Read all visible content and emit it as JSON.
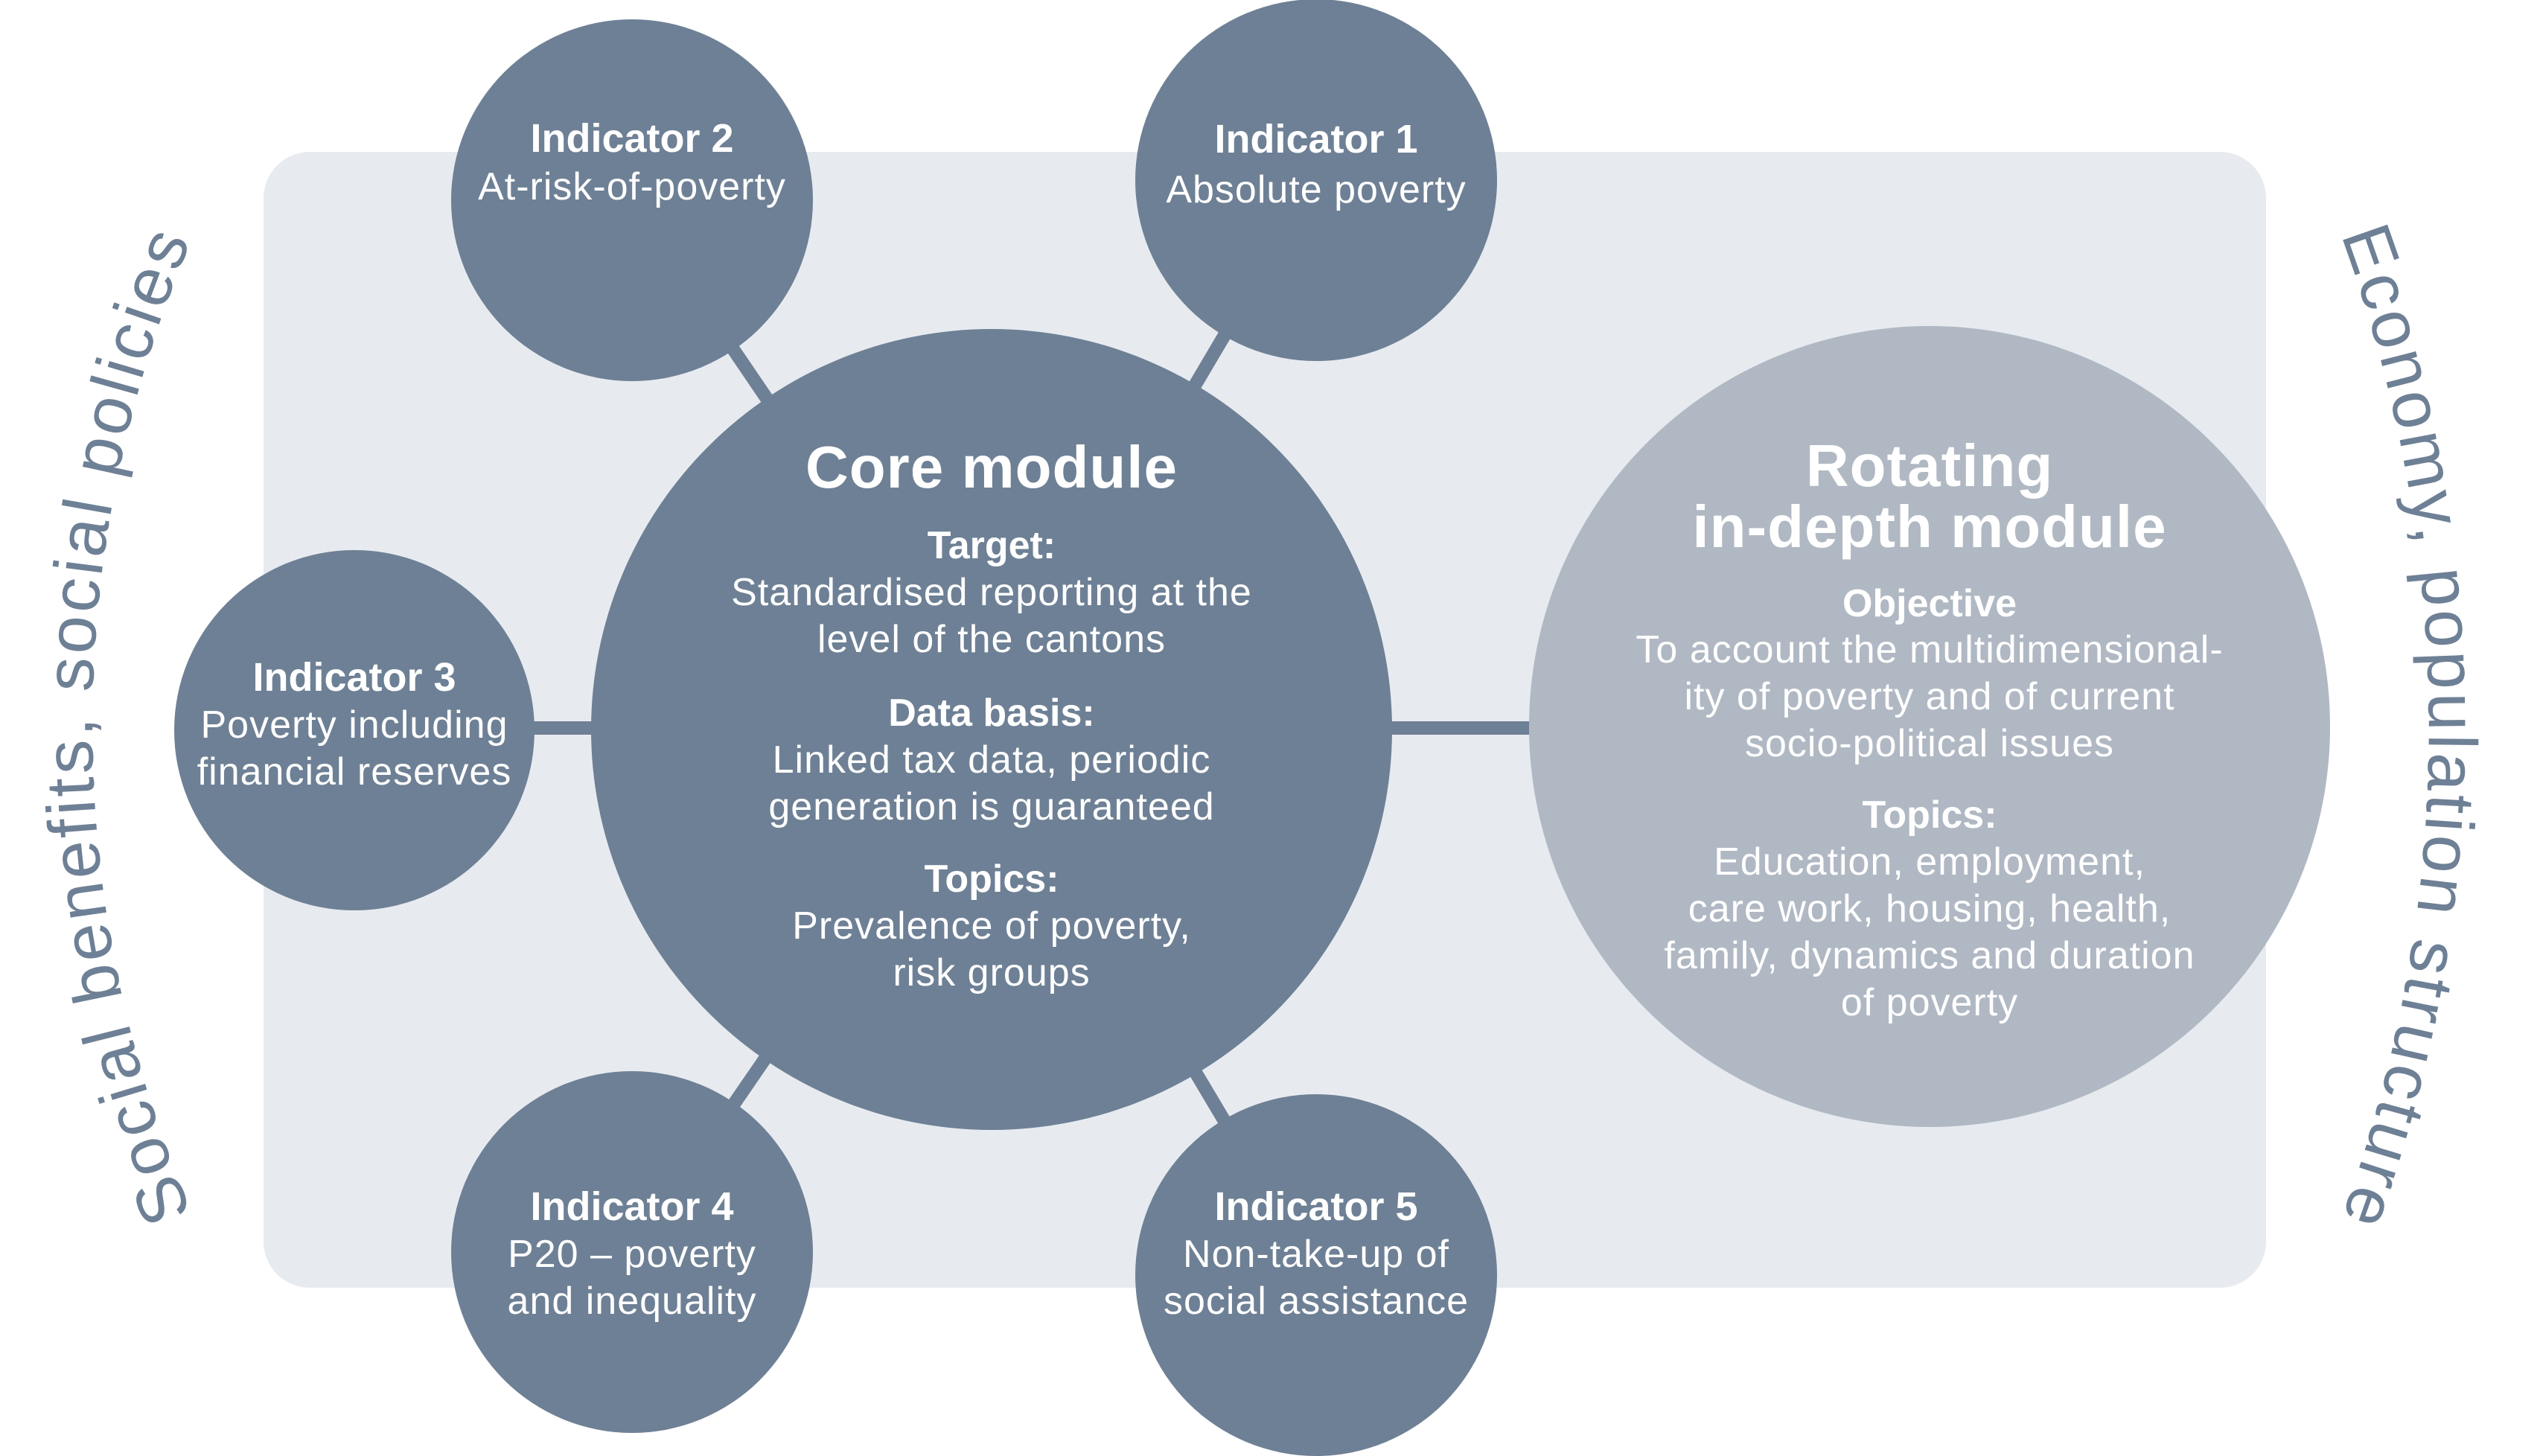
{
  "colors": {
    "background": "#ffffff",
    "panel": "#e7ebf0",
    "node_dark": "#6e8095",
    "node_light": "#b0b8c3",
    "text_on_node": "#ffffff",
    "arc_text": "#6e8095"
  },
  "context_labels": {
    "left": "Social benefits, social policies",
    "right": "Economy, population structure"
  },
  "core_module": {
    "title": "Core module",
    "sections": [
      {
        "heading": "Target:",
        "lines": [
          "Standardised reporting at the",
          "level of the cantons"
        ]
      },
      {
        "heading": "Data basis:",
        "lines": [
          "Linked tax data, periodic",
          "generation is guaranteed"
        ]
      },
      {
        "heading": "Topics:",
        "lines": [
          "Prevalence of poverty,",
          "risk groups"
        ]
      }
    ]
  },
  "rotating_module": {
    "title_lines": [
      "Rotating",
      "in-depth module"
    ],
    "sections": [
      {
        "heading": "Objective",
        "lines": [
          "To account the multidimensional-",
          "ity of poverty and of current",
          "socio-political issues"
        ]
      },
      {
        "heading": "Topics:",
        "lines": [
          "Education, employment,",
          "care work, housing, health,",
          "family, dynamics and duration",
          "of poverty"
        ]
      }
    ]
  },
  "indicators": [
    {
      "id": 1,
      "title": "Indicator 1",
      "lines": [
        "Absolute poverty"
      ]
    },
    {
      "id": 2,
      "title": "Indicator 2",
      "lines": [
        "At-risk-of-poverty"
      ]
    },
    {
      "id": 3,
      "title": "Indicator 3",
      "lines": [
        "Poverty including",
        "financial reserves"
      ]
    },
    {
      "id": 4,
      "title": "Indicator 4",
      "lines": [
        "P20 – poverty",
        "and inequality"
      ]
    },
    {
      "id": 5,
      "title": "Indicator 5",
      "lines": [
        "Non-take-up of",
        "social assistance"
      ]
    }
  ]
}
